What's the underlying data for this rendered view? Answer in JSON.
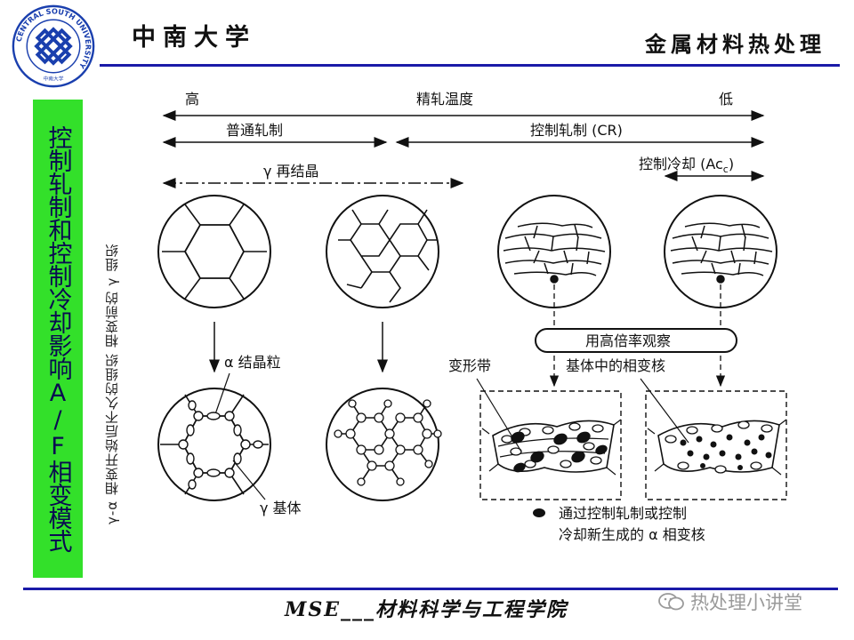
{
  "header": {
    "logo_ring_text": "CENTRAL SOUTH UNIVERSITY",
    "logo_small_text": "中南大学",
    "left_title": "中南大学",
    "right_title": "金属材料热处理"
  },
  "sidebar": {
    "title": "控制轧制和控制冷却影响A/F相变模式"
  },
  "diagram": {
    "top_labels": {
      "high": "高",
      "axis": "精轧温度",
      "low": "低"
    },
    "ranges": {
      "normal_rolling": "普通轧制",
      "controlled_rolling": "控制轧制 (CR)",
      "recrystallization": "γ 再结晶",
      "controlled_cooling": "控制冷却 (Ac"
    },
    "vertical_label": "γ-α 相变开始后不久的组织   相变前的 γ 组织",
    "annotations": {
      "alpha_grain": "α 结晶粒",
      "gamma_matrix": "γ 基体",
      "deformation_band": "变形带",
      "high_mag": "用高倍率观察",
      "nuclei_in_matrix": "基体中的相变核",
      "legend_line1": "通过控制轧制或控制",
      "legend_line2": "冷却新生成的 α 相变核"
    }
  },
  "footer": {
    "text": "MSE___材料科学与工程学院",
    "watermark": "热处理小讲堂"
  }
}
